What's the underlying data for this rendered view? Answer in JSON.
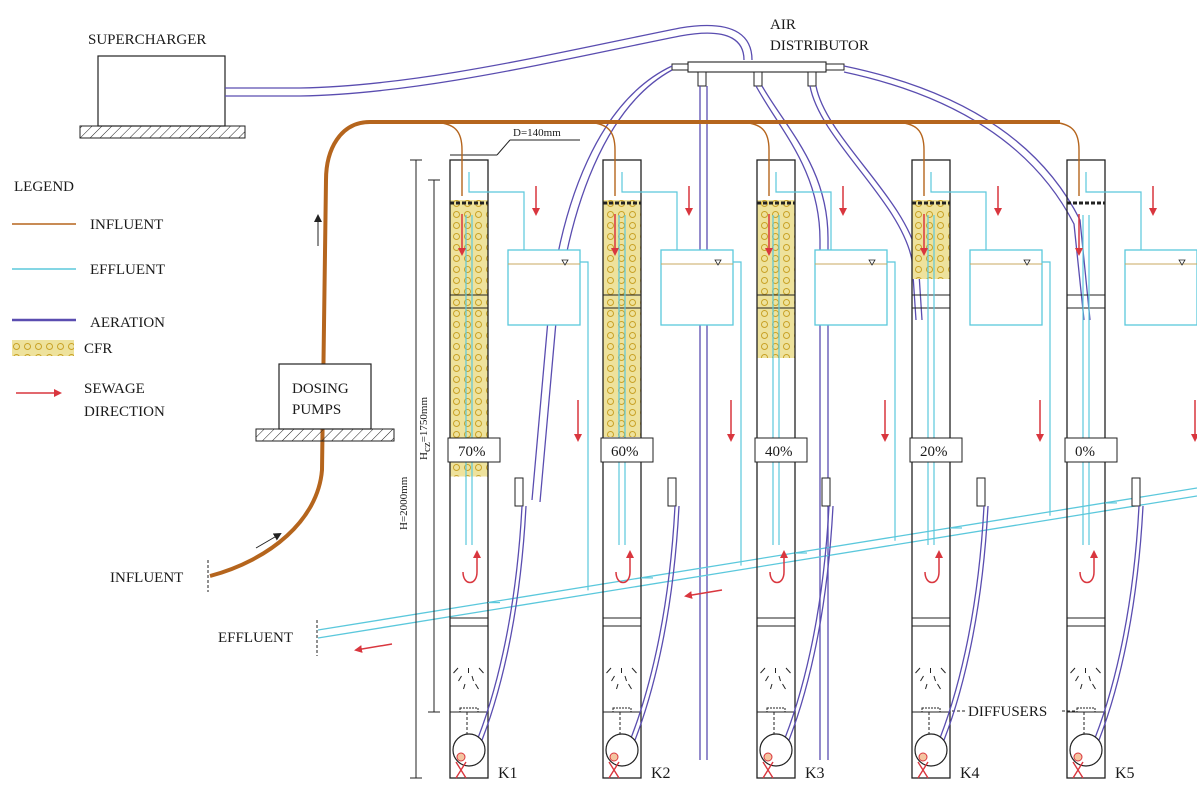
{
  "labels": {
    "supercharger": "SUPERCHARGER",
    "air_distributor_1": "AIR",
    "air_distributor_2": "DISTRIBUTOR",
    "dosing_1": "DOSING",
    "dosing_2": "PUMPS",
    "influent": "INFLUENT",
    "effluent": "EFFLUENT",
    "diffusers": "DIFFUSERS",
    "diameter": "D=140mm",
    "height_total": "H=2000mm",
    "height_working": "H",
    "height_working_sub": "cz",
    "height_working_val": "=1750mm"
  },
  "legend": {
    "title": "LEGEND",
    "items": [
      {
        "label": "INFLUENT",
        "color": "#b5651d",
        "kind": "line"
      },
      {
        "label": "EFFLUENT",
        "color": "#5bc8dc",
        "kind": "line"
      },
      {
        "label": "AERATION",
        "color": "#5a4db0",
        "kind": "double-line"
      },
      {
        "label": "CFR",
        "color": "#e9dc8c",
        "kind": "media"
      },
      {
        "label": "SEWAGE",
        "label2": "DIRECTION",
        "color": "#d9363e",
        "kind": "arrow"
      }
    ]
  },
  "columns": [
    {
      "id": "K1",
      "fill": "70%",
      "fill_fraction": 0.7
    },
    {
      "id": "K2",
      "fill": "60%",
      "fill_fraction": 0.6
    },
    {
      "id": "K3",
      "fill": "40%",
      "fill_fraction": 0.4
    },
    {
      "id": "K4",
      "fill": "20%",
      "fill_fraction": 0.2
    },
    {
      "id": "K5",
      "fill": "0%",
      "fill_fraction": 0.0
    }
  ],
  "colors": {
    "influent": "#b5651d",
    "effluent": "#5bc8dc",
    "aeration": "#5a4db0",
    "media": "#e9dc8c",
    "media_dot": "#c9a227",
    "arrow": "#d9363e",
    "line": "#222222"
  }
}
